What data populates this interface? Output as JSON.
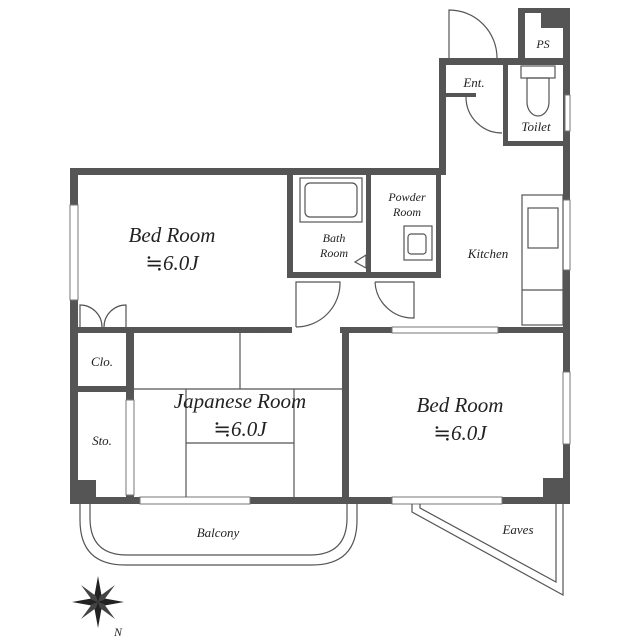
{
  "plan": {
    "rooms": {
      "bedroom_west": {
        "name": "Bed Room",
        "size": "≒6.0J"
      },
      "japanese_room": {
        "name": "Japanese Room",
        "size": "≒6.0J"
      },
      "bedroom_east": {
        "name": "Bed Room",
        "size": "≒6.0J"
      },
      "bath": {
        "line1": "Bath",
        "line2": "Room"
      },
      "powder": {
        "line1": "Powder",
        "line2": "Room"
      },
      "kitchen": {
        "name": "Kitchen"
      },
      "entrance": {
        "name": "Ent."
      },
      "toilet": {
        "name": "Toilet"
      },
      "ps": {
        "name": "PS"
      },
      "closet": {
        "name": "Clo."
      },
      "storage": {
        "name": "Sto."
      },
      "balcony": {
        "name": "Balcony"
      },
      "eaves": {
        "name": "Eaves"
      }
    },
    "compass": {
      "north": "N"
    },
    "colors": {
      "wall": "#555555",
      "line": "#777777",
      "text": "#222222"
    }
  }
}
